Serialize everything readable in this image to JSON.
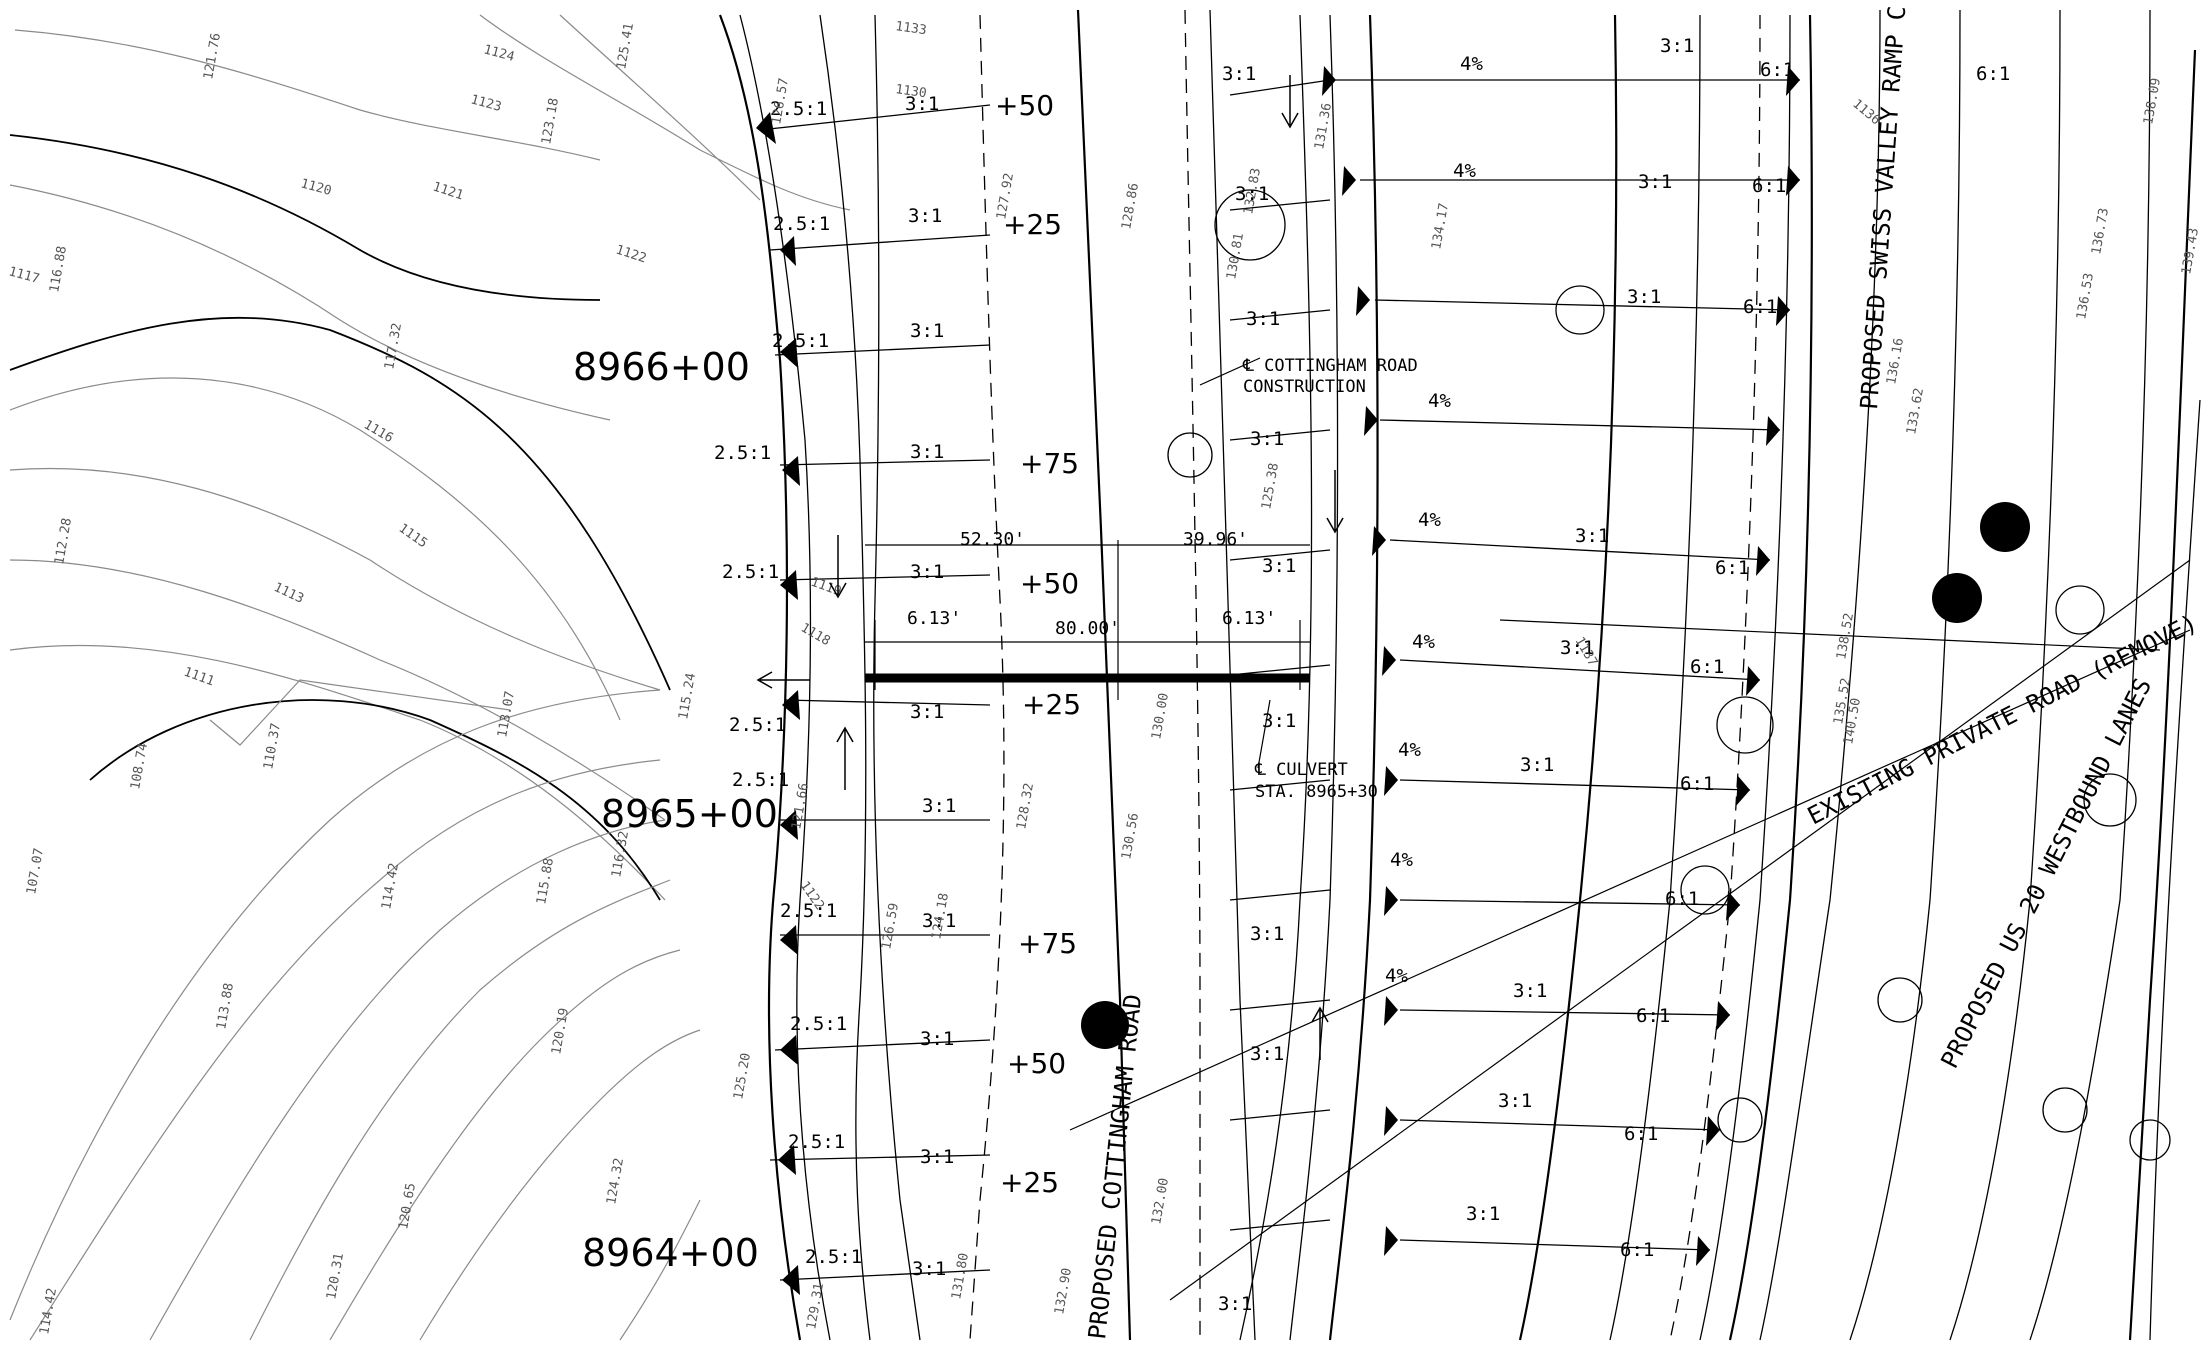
{
  "stations": {
    "s8966": "8966+00",
    "s8965": "8965+00",
    "s8964": "8964+00"
  },
  "ticks": [
    "+50",
    "+25",
    "+75",
    "+50",
    "+25",
    "+75",
    "+50",
    "+25"
  ],
  "callouts": {
    "cottingham_line1": "℄ COTTINGHAM ROAD",
    "cottingham_line2": "CONSTRUCTION",
    "culvert_line1": "℄ CULVERT",
    "culvert_line2": "STA. 8965+30"
  },
  "road_names": {
    "cottingham": "PROPOSED COTTINGHAM ROAD",
    "swiss_valley": "PROPOSED SWISS VALLEY RAMP C",
    "private_road": "EXISTING PRIVATE ROAD (REMOVE)",
    "us20": "PROPOSED US 20 WESTBOUND LANES"
  },
  "dimensions": {
    "d1": "52.30'",
    "d2": "39.96'",
    "d3": "80.00'",
    "d4": "6.13'",
    "d5": "6.13'"
  },
  "slopes": {
    "s25": "2.5:1",
    "s3": "3:1",
    "s6": "6:1",
    "s4": "4%"
  },
  "elevations": [
    "121.76",
    "123.18",
    "116.88",
    "117.32",
    "112.28",
    "115.24",
    "113.07",
    "110.37",
    "108.74",
    "107.07",
    "114.42",
    "115.88",
    "116.32",
    "113.88",
    "120.19",
    "125.20",
    "124.32",
    "120.65",
    "120.31",
    "114.42",
    "126.57",
    "121.66",
    "125.41",
    "127.92",
    "128.86",
    "132.83",
    "130.81",
    "131.36",
    "125.38",
    "130.00",
    "130.56",
    "128.32",
    "124.18",
    "126.59",
    "132.00",
    "131.80",
    "132.90",
    "129.31",
    "134.17",
    "133.62",
    "136.16",
    "135.52",
    "138.52",
    "140.50",
    "136.73",
    "136.53",
    "138.09",
    "139.43"
  ],
  "contour_labels": [
    "1133",
    "1130",
    "1124",
    "1123",
    "1121",
    "1120",
    "1122",
    "1116",
    "1115",
    "1113",
    "1111",
    "1117",
    "1119",
    "1118",
    "1122",
    "1136",
    "1137"
  ]
}
